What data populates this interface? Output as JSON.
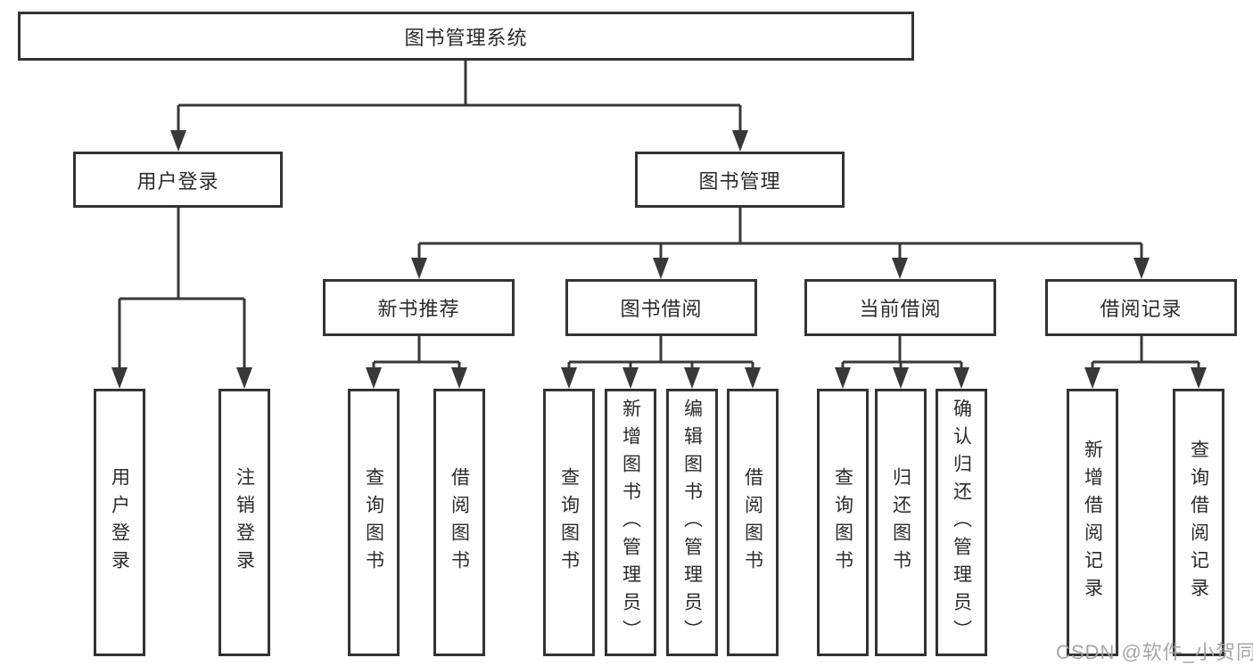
{
  "root": {
    "label": "图书管理系统"
  },
  "level2": [
    {
      "label": "用户登录"
    },
    {
      "label": "图书管理"
    }
  ],
  "level3": [
    {
      "label": "新书推荐"
    },
    {
      "label": "图书借阅"
    },
    {
      "label": "当前借阅"
    },
    {
      "label": "借阅记录"
    }
  ],
  "leaves": [
    {
      "label": "用户登录"
    },
    {
      "label": "注销登录"
    },
    {
      "label": "查询图书"
    },
    {
      "label": "借阅图书"
    },
    {
      "label": "查询图书"
    },
    {
      "label": "新增图书（管理员）"
    },
    {
      "label": "编辑图书（管理员）"
    },
    {
      "label": "借阅图书"
    },
    {
      "label": "查询图书"
    },
    {
      "label": "归还图书"
    },
    {
      "label": "确认归还（管理员）"
    },
    {
      "label": "新增借阅记录"
    },
    {
      "label": "查询借阅记录"
    }
  ],
  "watermark": {
    "text": "CSDN @软件_小贺同学"
  },
  "colors": {
    "line": "#383838",
    "box_border": "#333333",
    "text": "#2b2b2b",
    "watermark": "#9e9e9e",
    "background": "#ffffff"
  }
}
